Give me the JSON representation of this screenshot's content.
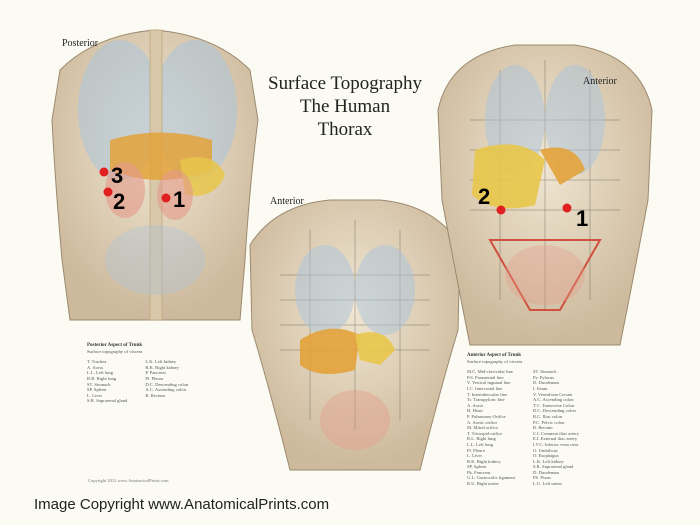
{
  "title": {
    "line1": "Surface Topography",
    "line2": "The Human",
    "line3": "Thorax"
  },
  "views": {
    "posterior": "Posterior",
    "anterior_center": "Anterior",
    "anterior_right": "Anterior"
  },
  "markers": {
    "posterior": [
      "3",
      "2",
      "1"
    ],
    "anterior": [
      "2",
      "1"
    ]
  },
  "marker_color": "#e02020",
  "posterior_legend": {
    "title": "Posterior Aspect of Trunk",
    "subtitle": "Surface topography of viscera",
    "col1": [
      "T. Trachea",
      "A. Aorta",
      "L.L. Left lung",
      "R.R. Right lung",
      "ST. Stomach",
      "SP. Spleen",
      "L. Liver",
      "S.R. Suprarenal gland"
    ],
    "col2": [
      "L.K. Left kidney",
      "R.K. Right kidney",
      "P. Pancreas",
      "Pl. Pleura",
      "D.C. Descending colon",
      "A.C. Ascending colon",
      "R. Rectum"
    ]
  },
  "anterior_legend": {
    "title": "Anterior Aspect of Trunk",
    "subtitle": "Surface topography of viscera",
    "col1": [
      "M.C. Mid-clavicular line",
      "P.S. Parasternal line",
      "V. Vertical inguinal line",
      "I.C. Intercostal line",
      "T. Intertubercular line",
      "Tr. Transpyloric line",
      "A. Aorta",
      "H. Heart",
      "P. Pulmonary Orifice",
      "A. Aortic orifice",
      "M. Mitral orifice",
      "T. Tricuspid orifice",
      "R.L. Right lung",
      "L.L. Left lung",
      "Pl. Pleura",
      "L. Liver",
      "R.K. Right kidney",
      "SP. Spleen",
      "Pk. Pancreas",
      "G.L. Gastrocolic ligament",
      "R.U. Right ureter"
    ],
    "col2": [
      "ST. Stomach",
      "Py. Pylorus",
      "D. Duodenum",
      "I. Ileum",
      "V. Vermiform Cecum",
      "A.C. Ascending colon",
      "T.C. Transverse Colon",
      "D.C. Descending colon",
      "R.C. Iliac colon",
      "P.C. Pelvic colon",
      "R. Rectum",
      "C.I. Common iliac artery",
      "E.I. External iliac artery",
      "I.V.C. Inferior vena cava",
      "O. Umbilicus",
      "O. Esophagus",
      "L.K. Left kidney",
      "S.R. Suprarenal gland",
      "D. Duodenum",
      "PS. Psoas",
      "L.U. Left ureter"
    ]
  },
  "small_copyright": "Copyright 2012 www.AnatomicalPrints.com",
  "copyright": "Image Copyright www.AnatomicalPrints.com"
}
